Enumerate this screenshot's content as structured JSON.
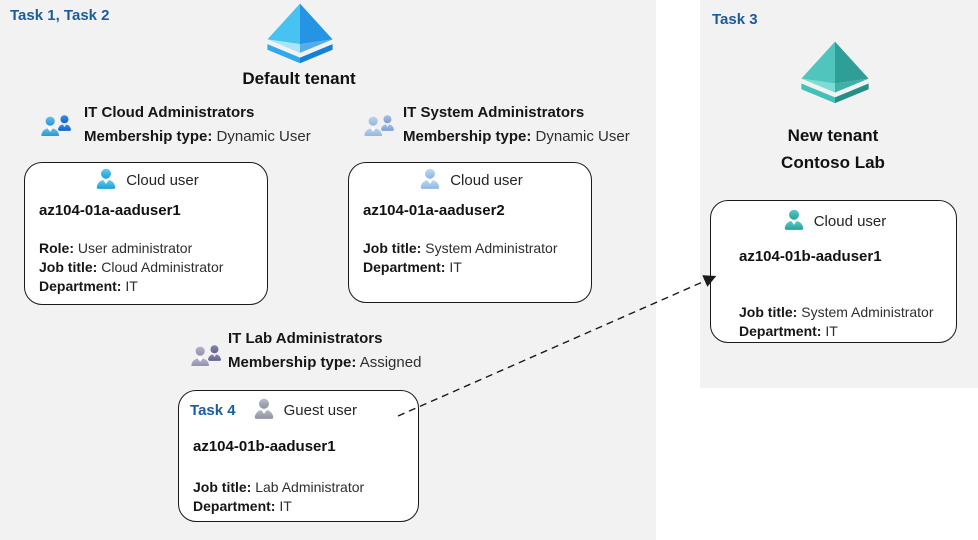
{
  "colors": {
    "task_label_blue": "#1a5c9e",
    "panel_background": "#f2f2f2",
    "box_border": "#1a1a1a",
    "tenant_icon_blue": "#2694e4",
    "tenant_icon_teal": "#2f9e96",
    "cloud_user_icon_cyan": "#1da2d8",
    "cloud_user_icon_pale_blue": "#8cb6e3",
    "guest_user_icon_gray": "#8e929e",
    "cloud_user_icon_teal": "#2aa19a"
  },
  "left_panel": {
    "task_label": "Task 1, Task 2",
    "tenant_name": "Default tenant",
    "groups": [
      {
        "name": "IT Cloud Administrators",
        "membership_label": "Membership type:",
        "membership_value": "Dynamic User"
      },
      {
        "name": "IT System Administrators",
        "membership_label": "Membership type:",
        "membership_value": "Dynamic User"
      },
      {
        "name": "IT Lab Administrators",
        "membership_label": "Membership type:",
        "membership_value": "Assigned"
      }
    ],
    "users": [
      {
        "type_label": "Cloud user",
        "name": "az104-01a-aaduser1",
        "attributes": [
          {
            "label": "Role:",
            "value": "User administrator"
          },
          {
            "label": "Job title:",
            "value": "Cloud Administrator"
          },
          {
            "label": "Department:",
            "value": "IT"
          }
        ]
      },
      {
        "type_label": "Cloud user",
        "name": "az104-01a-aaduser2",
        "attributes": [
          {
            "label": "Job title:",
            "value": "System Administrator"
          },
          {
            "label": "Department:",
            "value": "IT"
          }
        ]
      },
      {
        "task_label": "Task 4",
        "type_label": "Guest user",
        "name": "az104-01b-aaduser1",
        "attributes": [
          {
            "label": "Job title:",
            "value": "Lab Administrator"
          },
          {
            "label": "Department:",
            "value": "IT"
          }
        ]
      }
    ]
  },
  "right_panel": {
    "task_label": "Task 3",
    "tenant_name_line1": "New tenant",
    "tenant_name_line2": "Contoso Lab",
    "user": {
      "type_label": "Cloud user",
      "name": "az104-01b-aaduser1",
      "attributes": [
        {
          "label": "Job title:",
          "value": "System Administrator"
        },
        {
          "label": "Department:",
          "value": "IT"
        }
      ]
    }
  },
  "connector": {
    "style": "dashed-arrow",
    "from": "guest-user-box",
    "to": "new-tenant-cloud-user-box"
  }
}
